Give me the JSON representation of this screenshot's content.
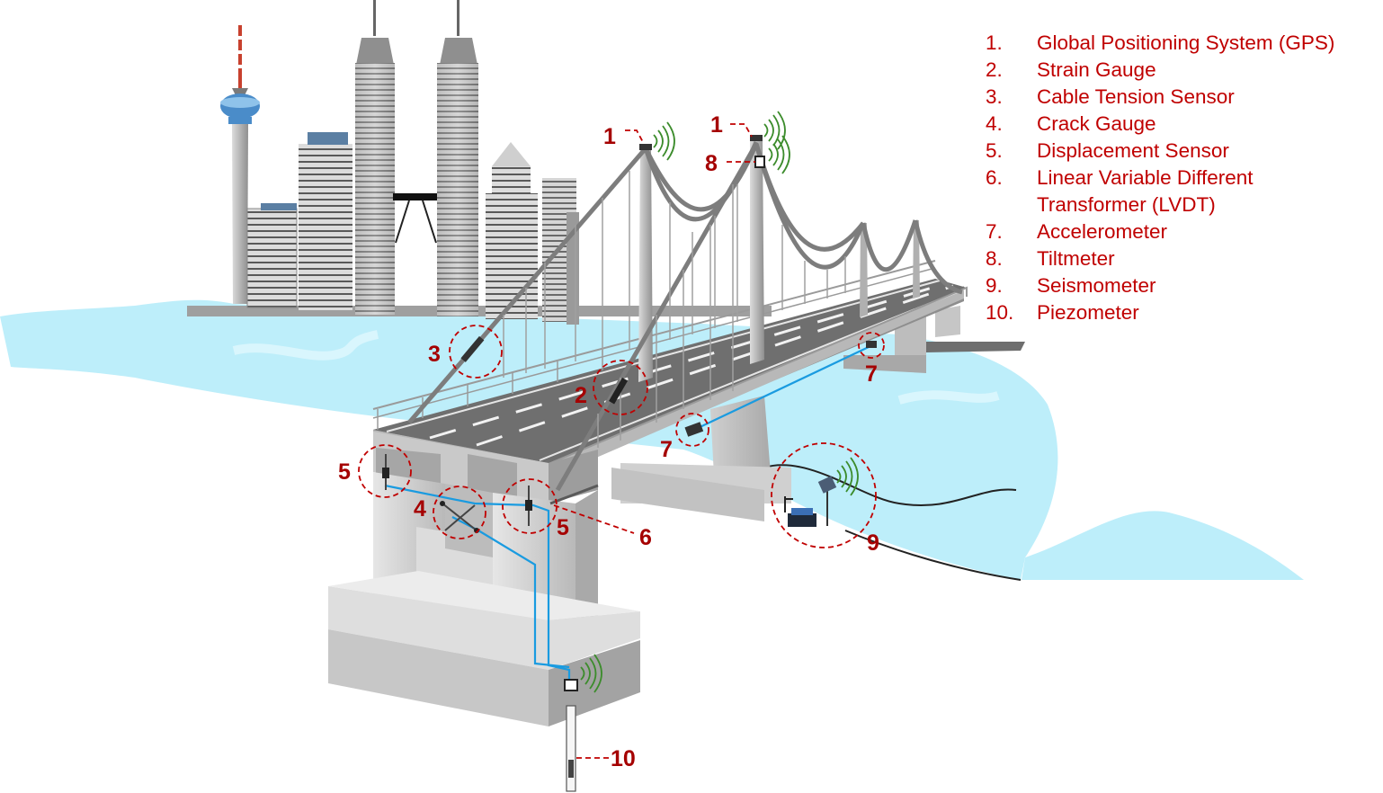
{
  "legend": [
    {
      "num": "1.",
      "label": "Global Positioning System (GPS)"
    },
    {
      "num": "2.",
      "label": "Strain Gauge"
    },
    {
      "num": "3.",
      "label": "Cable Tension Sensor"
    },
    {
      "num": "4.",
      "label": "Crack Gauge"
    },
    {
      "num": "5.",
      "label": "Displacement Sensor"
    },
    {
      "num": "6.",
      "label": "Linear Variable Different\nTransformer (LVDT)"
    },
    {
      "num": "7.",
      "label": "Accelerometer"
    },
    {
      "num": "8.",
      "label": "Tiltmeter"
    },
    {
      "num": "9.",
      "label": "Seismometer"
    },
    {
      "num": "10.",
      "label": "Piezometer"
    }
  ],
  "callouts": {
    "gps_left": "1",
    "gps_right": "1",
    "tiltmeter": "8",
    "cable_tension": "3",
    "strain_gauge": "2",
    "accel_mid": "7",
    "accel_far": "7",
    "displacement_left": "5",
    "displacement_right": "5",
    "crack_gauge": "4",
    "lvdt": "6",
    "seismometer": "9",
    "piezometer": "10"
  },
  "colors": {
    "label_red": "#c00000",
    "callout_red": "#a50000",
    "water": "#bdeefa",
    "cable_blue": "#1a9be0",
    "signal_green": "#3c8c2c",
    "concrete": "#c8c8c8"
  },
  "icons": [
    "gps-icon",
    "signal-icon",
    "sensor-icon",
    "solar-panel-icon",
    "data-logger-icon"
  ]
}
